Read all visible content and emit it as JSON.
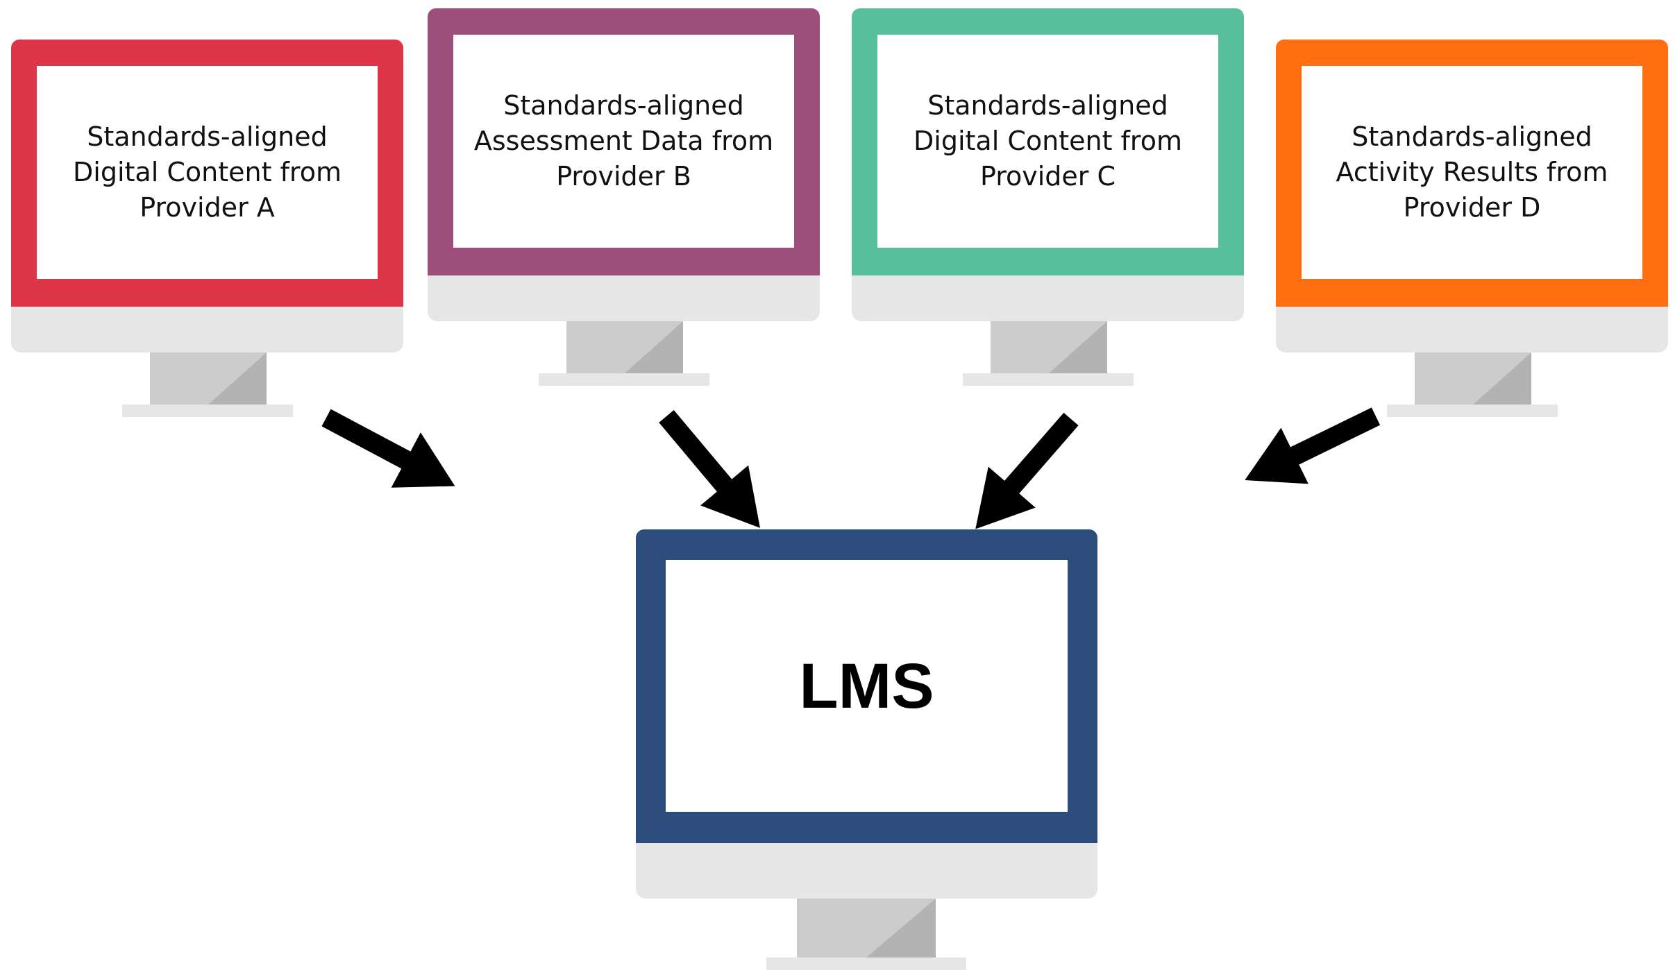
{
  "providers": [
    {
      "label": "Standards-aligned\nDigital Content from\nProvider A",
      "color": "#df3549"
    },
    {
      "label": "Standards-aligned\nAssessment Data from\nProvider B",
      "color": "#9b4f7a"
    },
    {
      "label": "Standards-aligned\nDigital Content from\nProvider C",
      "color": "#57bf9b"
    },
    {
      "label": "Standards-aligned\nActivity Results from\nProvider D",
      "color": "#ff6e10"
    }
  ],
  "target": {
    "label": "LMS",
    "color": "#2c4c7c"
  },
  "colors": {
    "stand_light": "#cccccc",
    "stand_dark": "#b3b3b3",
    "chin": "#e6e6e6",
    "arrow": "#000000"
  }
}
